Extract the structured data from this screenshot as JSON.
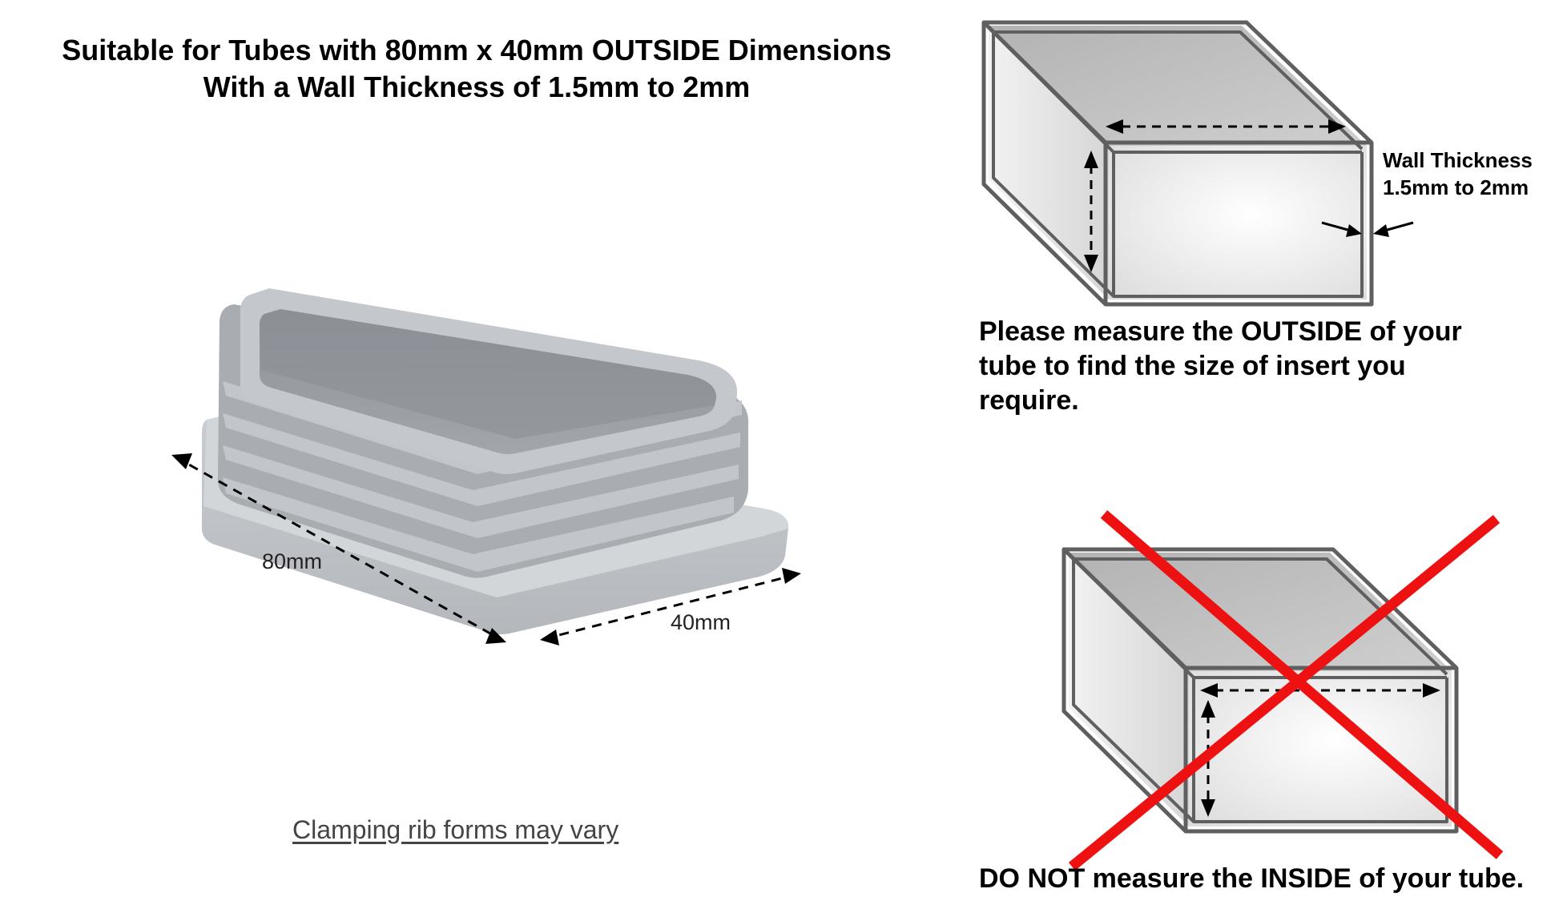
{
  "headline": {
    "line1": "Suitable for Tubes with 80mm x 40mm OUTSIDE Dimensions",
    "line2": "With a Wall Thickness of 1.5mm to 2mm"
  },
  "product": {
    "length_label": "80mm",
    "width_label": "40mm",
    "caption": "Clamping rib forms may vary"
  },
  "correct_diagram": {
    "wall_label_line1": "Wall Thickness",
    "wall_label_line2": "1.5mm to 2mm",
    "instruction_line1": "Please measure the OUTSIDE of your",
    "instruction_line2": "tube to find the size of insert you",
    "instruction_line3": "require."
  },
  "incorrect_diagram": {
    "warning": "DO NOT measure the INSIDE of your tube."
  },
  "colors": {
    "insert_grey": "#b9bcc0",
    "tube_outline": "#5a5a5a",
    "cross_red": "#ee1111"
  }
}
